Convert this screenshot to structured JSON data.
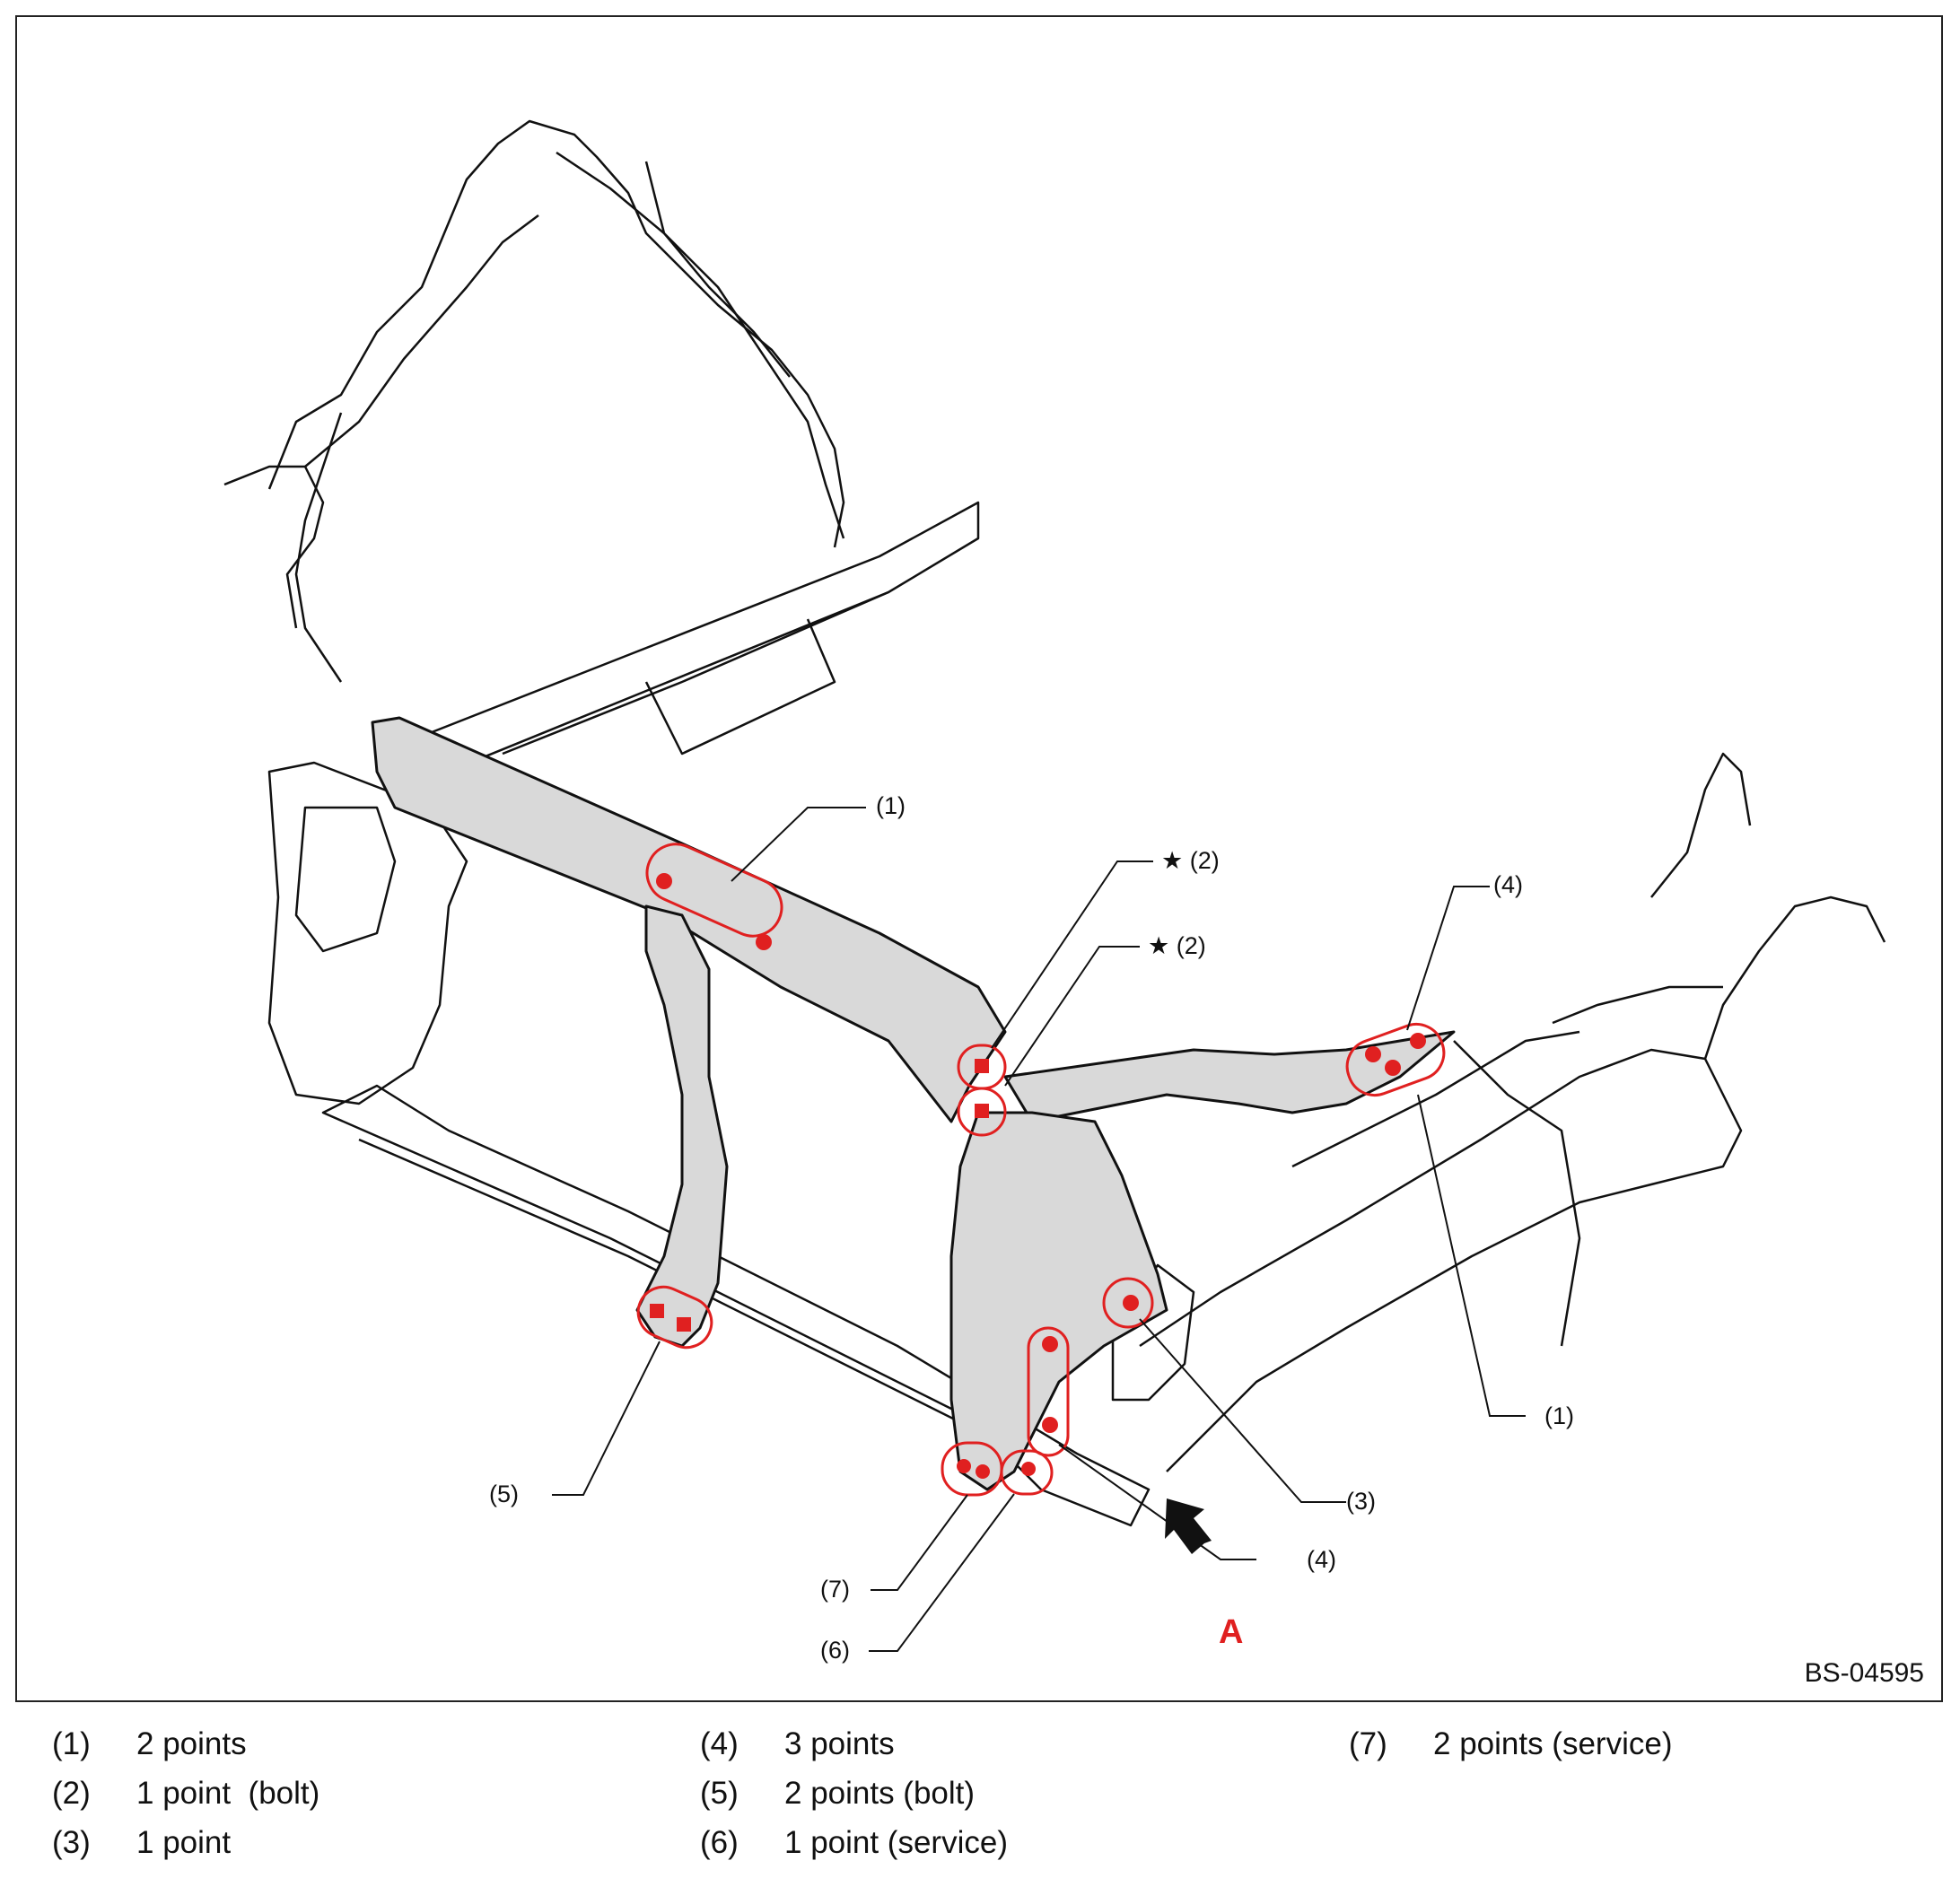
{
  "figure_id": "BS-04595",
  "view_label": "A",
  "callouts": {
    "c1_top": "(1)",
    "c2_star_a": "★ (2)",
    "c2_star_b": "★ (2)",
    "c4_top": "(4)",
    "c5": "(5)",
    "c7": "(7)",
    "c6": "(6)",
    "c3": "(3)",
    "c4_bottom": "(4)",
    "c1_bottom": "(1)"
  },
  "legend": [
    {
      "num": "(1)",
      "text": "2 points"
    },
    {
      "num": "(2)",
      "text": "1 point  (bolt)"
    },
    {
      "num": "(3)",
      "text": "1 point"
    },
    {
      "num": "(4)",
      "text": "3 points"
    },
    {
      "num": "(5)",
      "text": "2 points (bolt)"
    },
    {
      "num": "(6)",
      "text": "1 point (service)"
    },
    {
      "num": "(7)",
      "text": "2 points (service)"
    }
  ],
  "colors": {
    "highlight": "#e02020",
    "panel_fill": "#d9d9d9",
    "line": "#111111"
  }
}
